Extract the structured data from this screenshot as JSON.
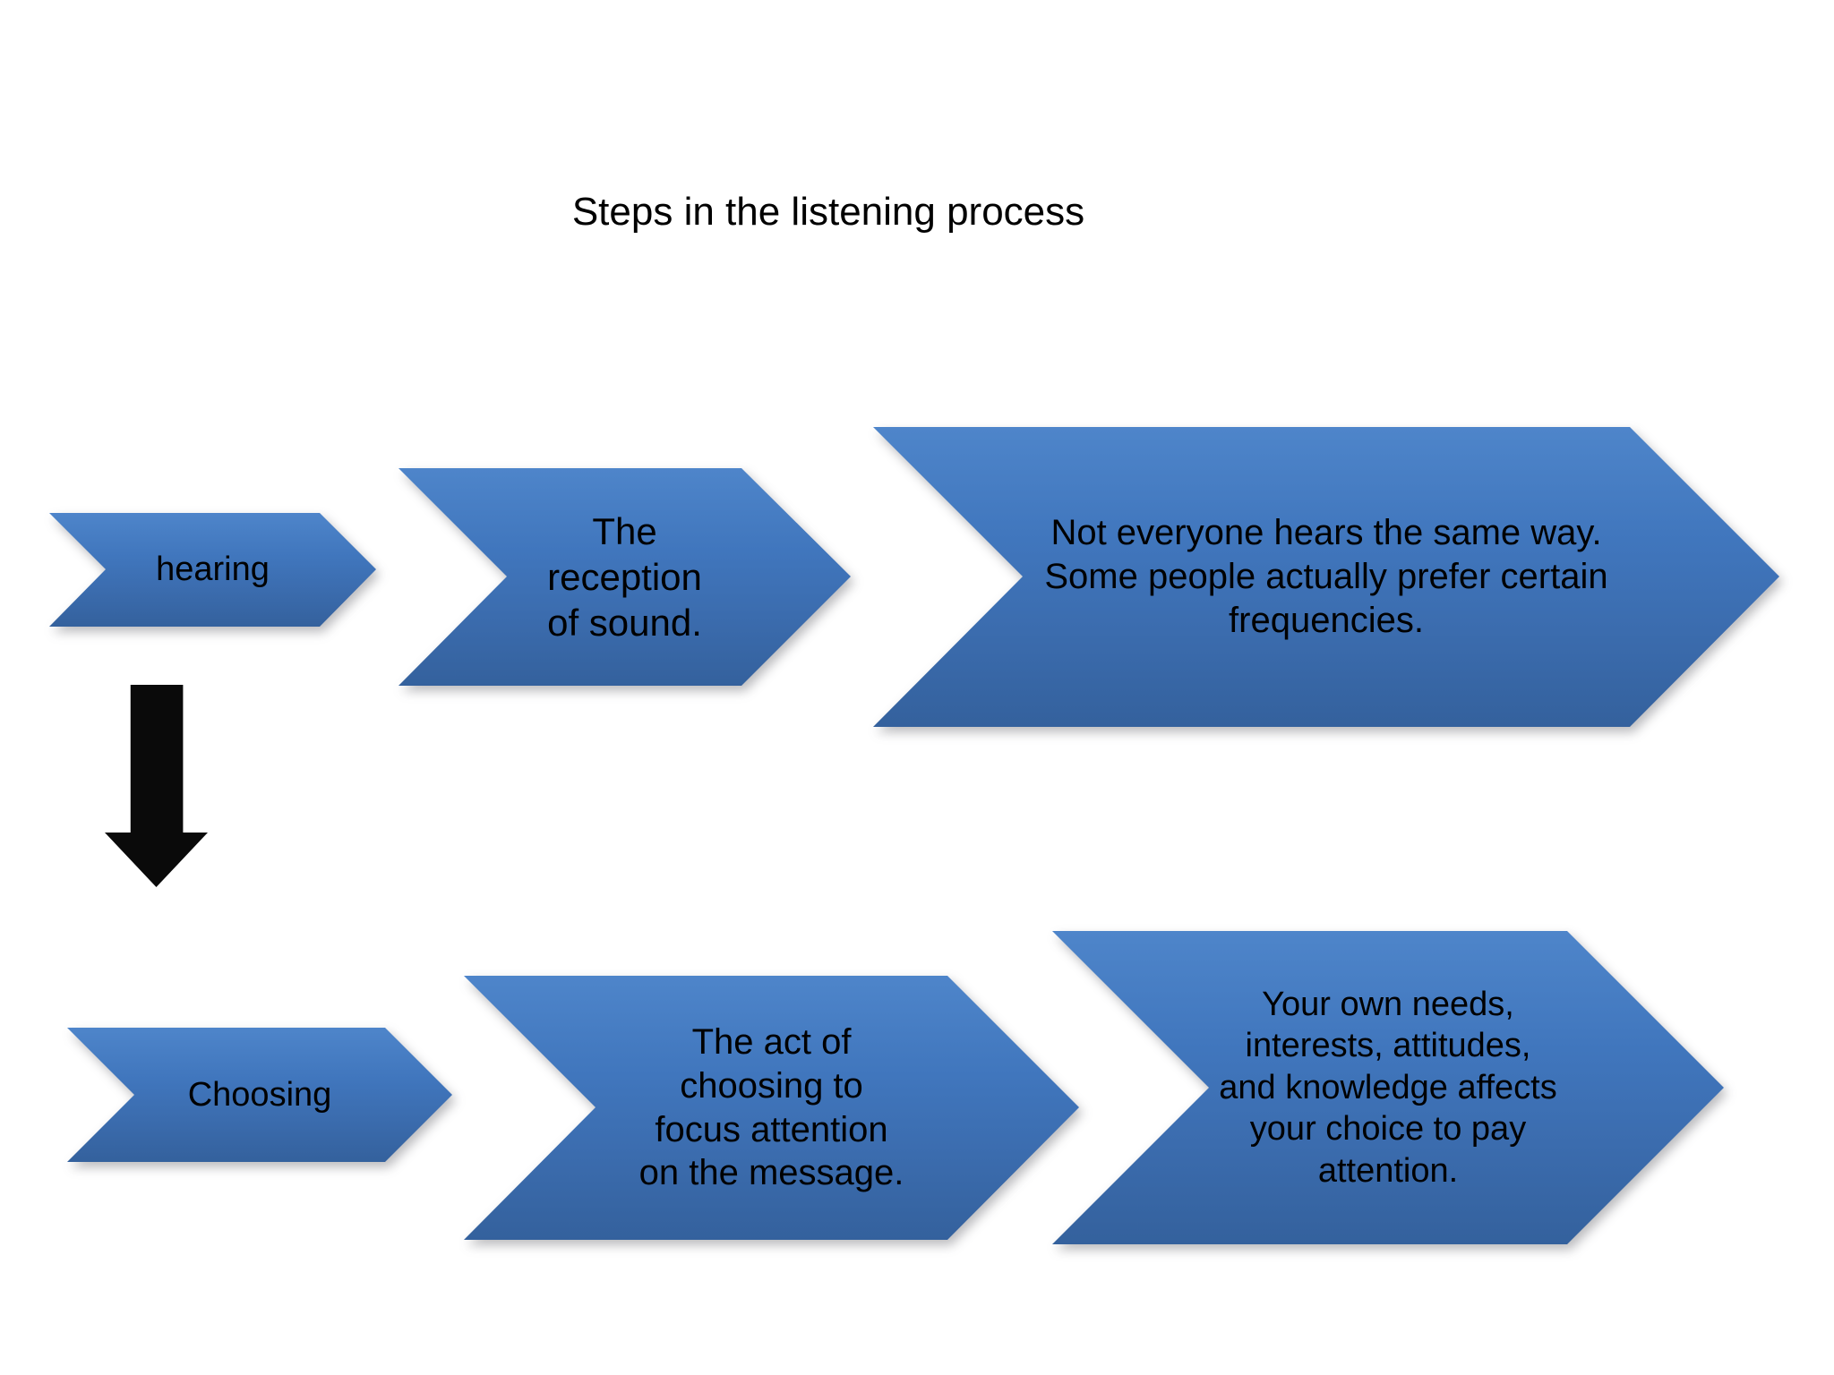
{
  "title": "Steps in the listening process",
  "colors": {
    "arrow_gradient_top": "#4e85ca",
    "arrow_gradient_mid": "#4076bd",
    "arrow_gradient_bottom": "#34619d",
    "text_color": "#000000",
    "connector_color": "#0a0a0a",
    "background": "#ffffff"
  },
  "connector": {
    "icon": "down-arrow-icon",
    "meaning": "flow from hearing step to choosing step"
  },
  "steps": [
    {
      "id": "hearing",
      "label": "hearing",
      "definition": "The\nreception\nof sound.",
      "note": "Not everyone hears the same way.\nSome people actually prefer certain\nfrequencies."
    },
    {
      "id": "choosing",
      "label": "Choosing",
      "definition": "The act of\nchoosing to\nfocus attention\non the message.",
      "note": "Your own needs,\ninterests, attitudes,\nand knowledge affects\nyour choice to pay\nattention."
    }
  ]
}
